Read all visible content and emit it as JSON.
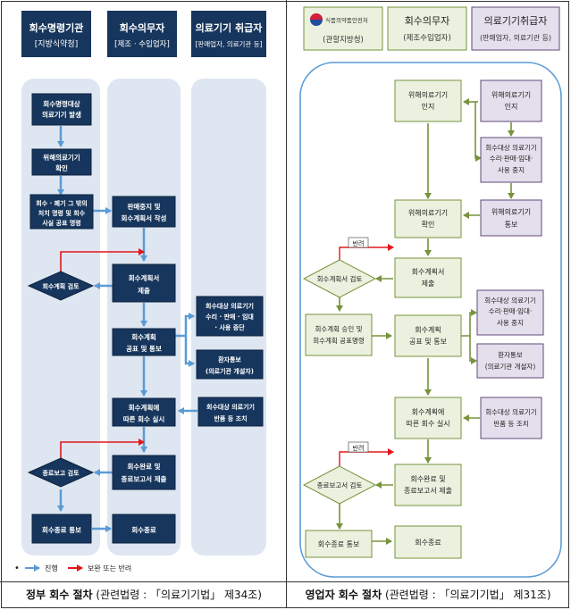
{
  "left": {
    "headers": [
      {
        "title": "회수명령기관",
        "sub": "[지방식약청]"
      },
      {
        "title": "회수의무자",
        "sub": "[제조 · 수입업자]"
      },
      {
        "title": "의료기기 취급자",
        "sub": "[판매업자, 의료기관 등]"
      }
    ],
    "boxes": {
      "b1": [
        "회수명령대상",
        "의료기기 발생"
      ],
      "b2": [
        "위해의료기기",
        "확인"
      ],
      "b3": [
        "회수 · 폐기 그 밖의",
        "처치 명령 및 회수",
        "사실 공표 명령"
      ],
      "b4": [
        "판매중지 및",
        "회수계획서 작성"
      ],
      "b5": [
        "회수계획서",
        "제출"
      ],
      "b6": [
        "회수계획",
        "공표 및 통보"
      ],
      "b7": [
        "회수대상 의료기기",
        "수리 · 판매 · 임대",
        "· 사용 중단"
      ],
      "b8": [
        "환자통보",
        "(의료기관 개설자)"
      ],
      "b9": [
        "회수계획에",
        "따른 회수 실시"
      ],
      "b10": [
        "회수대상 의료기기",
        "반품 등 조치"
      ],
      "b11": [
        "회수완료 및",
        "종료보고서 제출"
      ],
      "b12": [
        "회수종료 통보"
      ],
      "b13": [
        "회수종료"
      ]
    },
    "diamonds": {
      "d1": "회수계획 검토",
      "d2": "종료보고 검토"
    },
    "legend": {
      "bullet": "•",
      "progress": "진행",
      "supplement": "보완 또는 반려"
    }
  },
  "right": {
    "logo_text": "식품의약품안전처",
    "headers": [
      {
        "title": "",
        "sub": "(관할지방청)"
      },
      {
        "title": "회수의무자",
        "sub": "(제조수입업자)"
      },
      {
        "title": "의료기기취급자",
        "sub": "(판매업자, 의료기관 등)"
      }
    ],
    "boxes": {
      "r1": [
        "위해의료기기",
        "인지"
      ],
      "r2": [
        "위해의료기기",
        "인지"
      ],
      "r3": [
        "회수대상 의료기기",
        "수리·판매·임대·",
        "사용 중지"
      ],
      "r4": [
        "위해의료기기",
        "확인"
      ],
      "r5": [
        "위해의료기기",
        "통보"
      ],
      "r6": [
        "회수계획서",
        "제출"
      ],
      "r7": [
        "회수계획 승인 및",
        "회수계획 공표명령"
      ],
      "r8": [
        "회수계획",
        "공표 및 통보"
      ],
      "r9": [
        "회수대상 의료기기",
        "수리·판매·임대·",
        "사용 중지"
      ],
      "r10": [
        "환자통보",
        "(의료기관 개설자)"
      ],
      "r11": [
        "회수계획에",
        "따른 회수 실시"
      ],
      "r12": [
        "회수대상 의료기기",
        "반품 등 조치"
      ],
      "r13": [
        "회수완료 및",
        "종료보고서 제출"
      ],
      "r14": [
        "회수종료 통보"
      ],
      "r15": [
        "회수종료"
      ]
    },
    "diamonds": {
      "rd1": "회수계획서 검토",
      "rd2": "종료보고서 검토"
    },
    "return_label": "반려"
  },
  "captions": {
    "left_title": "정부 회수 절차",
    "left_ref": " (관련법령 : 「의료기기법」 제34조)",
    "right_title": "영업자 회수 절차",
    "right_ref": " (관련법령 : 「의료기기법」 제31조)"
  },
  "colors": {
    "left_header_bg": "#17365d",
    "left_lane_bg": "#dde6f1",
    "left_box_bg": "#17365d",
    "left_arrow": "#5b9bd5",
    "return_arrow": "#e2171c",
    "right_box_green_bg": "#ebf1de",
    "right_box_green_border": "#77933c",
    "right_box_purple_bg": "#e4dfec",
    "right_box_purple_border": "#5f497a",
    "right_container_border": "#5b9bd5",
    "right_arrow": "#77933c"
  }
}
